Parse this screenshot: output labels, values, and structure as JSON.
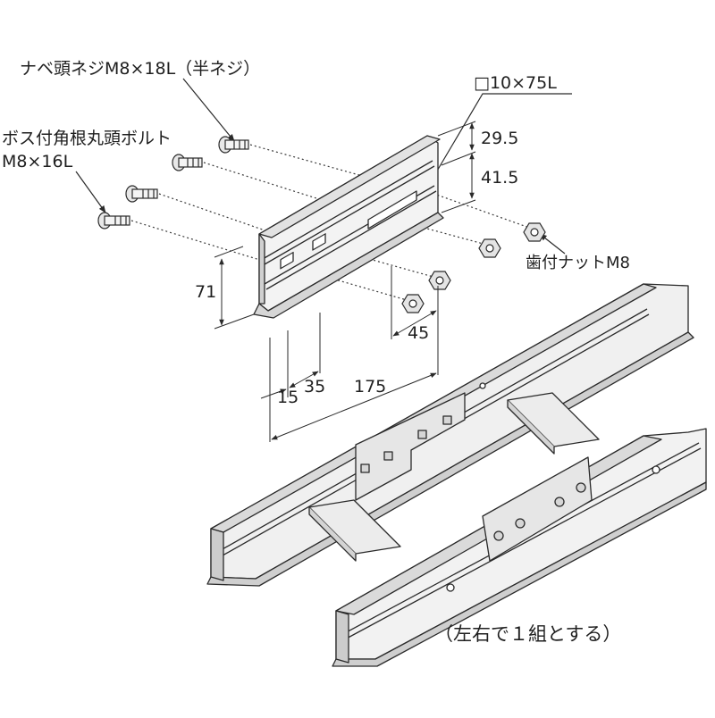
{
  "labels": {
    "pan_head_screw": "ナベ頭ネジM8×18L（半ネジ）",
    "square_neck_bolt_line1": "ボス付角根丸頭ボルト",
    "square_neck_bolt_line2": "M8×16L",
    "square_hole": "□10×75L",
    "serrated_nut": "歯付ナットM8",
    "pair_note": "（左右で１組とする）"
  },
  "dimensions": {
    "d29_5": "29.5",
    "d41_5": "41.5",
    "d71": "71",
    "d45": "45",
    "d15": "15",
    "d35": "35",
    "d175": "175"
  },
  "colors": {
    "line": "#2a2a2a",
    "fill_light": "#f2f2f2",
    "fill_mid": "#dcdcdc",
    "fill_dark": "#b8b8b8",
    "dotted": "#3a3a3a"
  }
}
